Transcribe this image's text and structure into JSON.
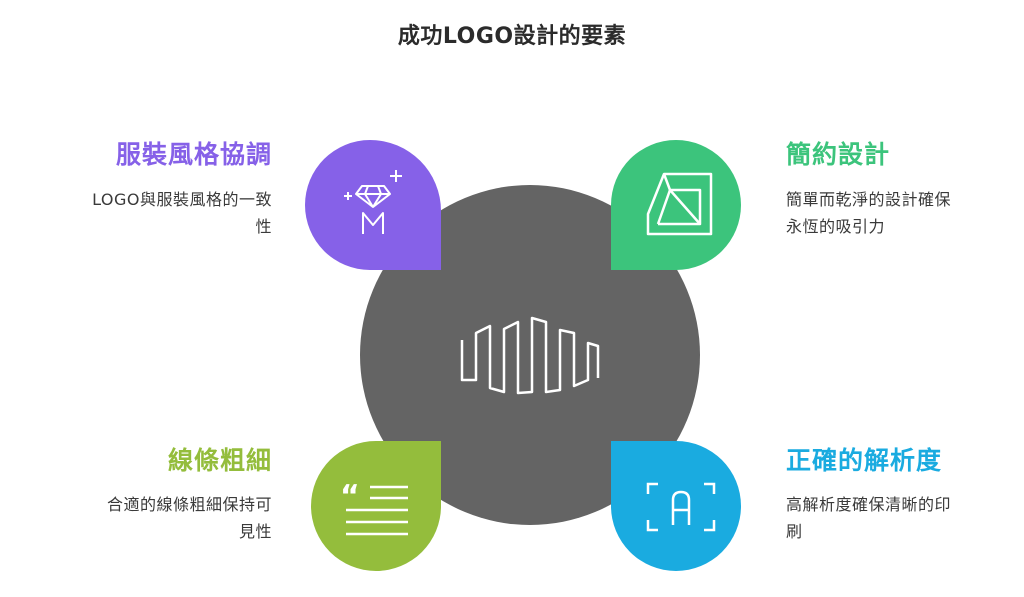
{
  "title": "成功LOGO設計的要素",
  "colors": {
    "center": "#646464",
    "purple": "#8661e8",
    "green": "#3cc47c",
    "olive": "#94bd3c",
    "blue": "#1aabe0",
    "line": "#ffffff"
  },
  "center": {
    "icon": "waveform-logo-icon"
  },
  "items": [
    {
      "position": "top-left",
      "heading": "服裝風格協調",
      "desc_line1": "LOGO與服裝風格的一致",
      "desc_line2": "性",
      "icon": "diamond-sparkle-icon"
    },
    {
      "position": "top-right",
      "heading": "簡約設計",
      "desc_line1": "簡單而乾淨的設計確保",
      "desc_line2": "永恆的吸引力",
      "icon": "geometric-shape-icon"
    },
    {
      "position": "bottom-left",
      "heading": "線條粗細",
      "desc_line1": "合適的線條粗細保持可",
      "desc_line2": "見性",
      "icon": "quote-lines-icon"
    },
    {
      "position": "bottom-right",
      "heading": "正確的解析度",
      "desc_line1": "高解析度確保清晰的印",
      "desc_line2": "刷",
      "icon": "focus-frame-letter-icon"
    }
  ]
}
